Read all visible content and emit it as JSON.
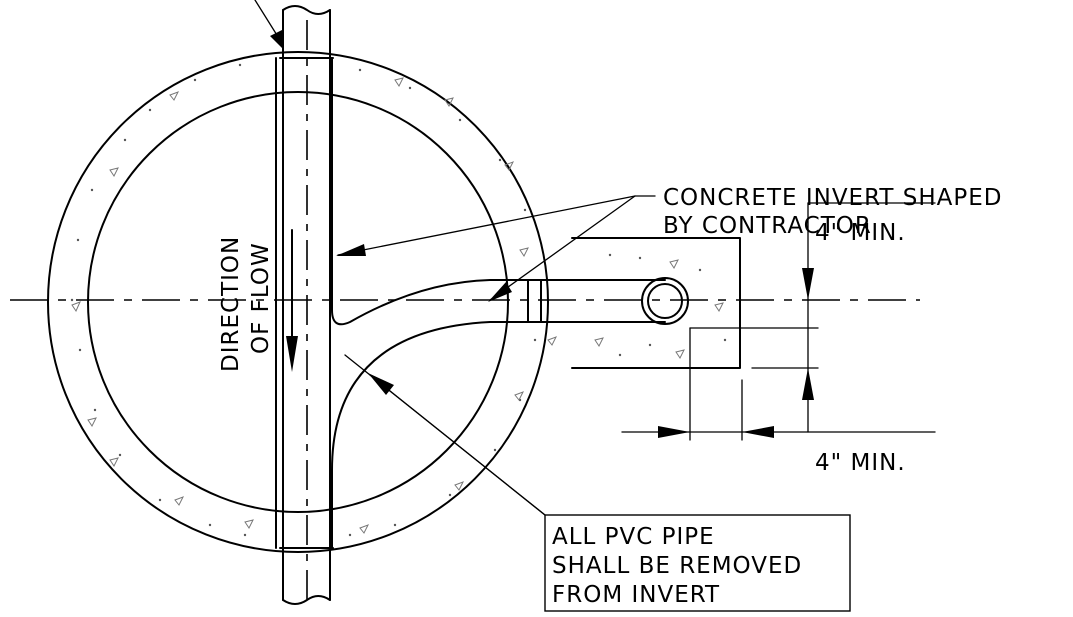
{
  "labels": {
    "invert": [
      "CONCRETE INVERT SHAPED",
      "BY CONTRACTOR"
    ],
    "direction": [
      "DIRECTION",
      "OF FLOW"
    ],
    "dim_top": "4\"  MIN.",
    "dim_bottom": "4\"  MIN.",
    "pvc_note": [
      "ALL PVC PIPE",
      "SHALL BE REMOVED",
      "FROM INVERT"
    ]
  },
  "colors": {
    "line": "#000000",
    "background": "#ffffff",
    "aggregate": "#777777"
  }
}
